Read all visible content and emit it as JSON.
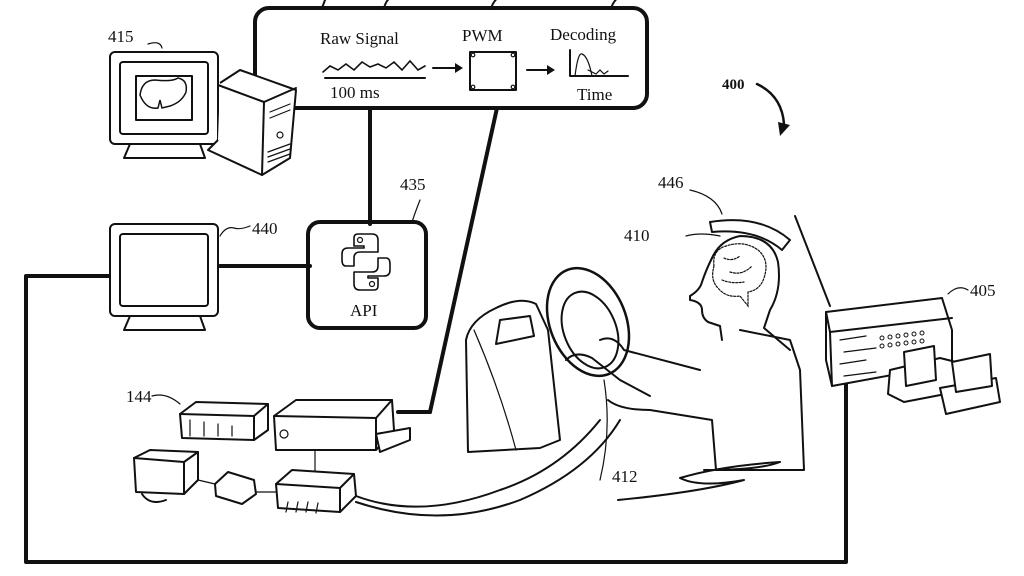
{
  "figure": {
    "reference_number": "400",
    "pipeline": {
      "stages": [
        {
          "name": "raw-signal",
          "label": "Raw Signal",
          "sublabel": "100 ms"
        },
        {
          "name": "pwm",
          "label": "PWM"
        },
        {
          "name": "decoding",
          "label": "Decoding",
          "sublabel": "Time"
        }
      ]
    },
    "api_box": {
      "label": "API",
      "icon": "python-logo-icon",
      "reference": "435"
    },
    "components": [
      {
        "name": "display-computer",
        "reference": "415",
        "icon": "monitor-with-tower-icon"
      },
      {
        "name": "secondary-monitor",
        "reference": "440",
        "icon": "monitor-icon"
      },
      {
        "name": "signal-acquisition-system",
        "reference": "405",
        "icon": "rack-equipment-icon"
      },
      {
        "name": "user-head",
        "reference": "410",
        "icon": "brain-icon"
      },
      {
        "name": "headset",
        "reference": "446",
        "icon": "headset-icon"
      },
      {
        "name": "steering-controller",
        "reference": "412",
        "icon": "steering-wheel-icon"
      },
      {
        "name": "hardware-module",
        "reference": "144",
        "icon": "hardware-box-icon"
      }
    ]
  }
}
